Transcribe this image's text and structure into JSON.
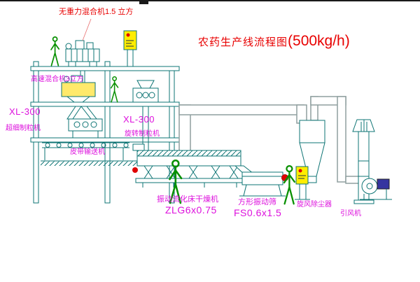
{
  "drawing": {
    "kind": "pesticide production line process flow diagram",
    "background": "#ffffff"
  },
  "colors": {
    "structure_teal": "#0e7474",
    "people_green": "#089000",
    "duct_gray": "#8f9f9f",
    "equipment_yellow": "#ffed00",
    "accent_red": "#e00000",
    "label_magenta": "#dd10dd",
    "title_red": "#e80000",
    "motor_blue": "#3535a0"
  },
  "title": {
    "cn": "农药生产线流程图",
    "capacity": "(500kg/h)"
  },
  "equipment_labels": {
    "gravity_mixer": "无重力混合机1.5 立方",
    "high_speed_mixer": "高速混合机3立方",
    "granulator_left_model": "XL-300",
    "granulator_left_name": "超细制粒机",
    "granulator_right_model": "XL-300",
    "granulator_right_name": "旋转制粒机",
    "belt_conveyor": "皮带输送机",
    "fluid_bed_dryer_name": "振动流化床干燥机",
    "fluid_bed_dryer_model": "ZLG6x0.75",
    "vibrating_sieve_name": "方形振动筛",
    "vibrating_sieve_model": "FS0.6x1.5",
    "cyclone_name": "旋风除尘器",
    "fan_name": "引风机"
  }
}
